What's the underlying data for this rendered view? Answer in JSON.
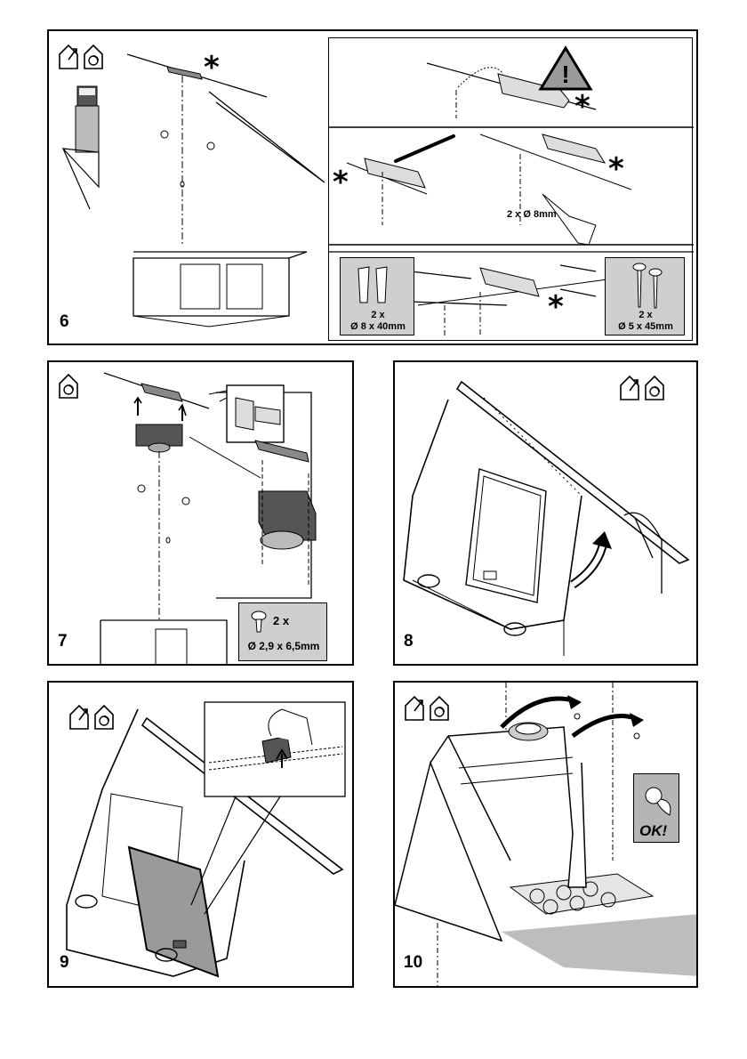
{
  "steps": [
    {
      "number": "6",
      "icons": [
        "extraction-mode-icon",
        "recirculation-mode-icon"
      ],
      "drill_label": "2 x Ø 8mm",
      "plugs_label": {
        "qty": "2 x",
        "size": "Ø 8 x 40mm"
      },
      "screws_label": {
        "qty": "2 x",
        "size": "Ø 5 x 45mm"
      },
      "asterisk": "*"
    },
    {
      "number": "7",
      "icons": [
        "recirculation-mode-icon"
      ],
      "screw_label": {
        "qty": "2 x",
        "size": "Ø 2,9 x 6,5mm"
      }
    },
    {
      "number": "8",
      "icons": [
        "extraction-mode-icon",
        "recirculation-mode-icon"
      ]
    },
    {
      "number": "9",
      "icons": [
        "extraction-mode-icon",
        "recirculation-mode-icon"
      ]
    },
    {
      "number": "10",
      "icons": [
        "extraction-mode-icon",
        "recirculation-mode-icon"
      ],
      "ok_label": "OK!"
    }
  ],
  "warning_icon": "exclamation-warning-icon",
  "colors": {
    "line": "#000000",
    "gray_fill": "#cfcfcf",
    "dark_gray": "#6e6e6e",
    "background": "#ffffff"
  }
}
